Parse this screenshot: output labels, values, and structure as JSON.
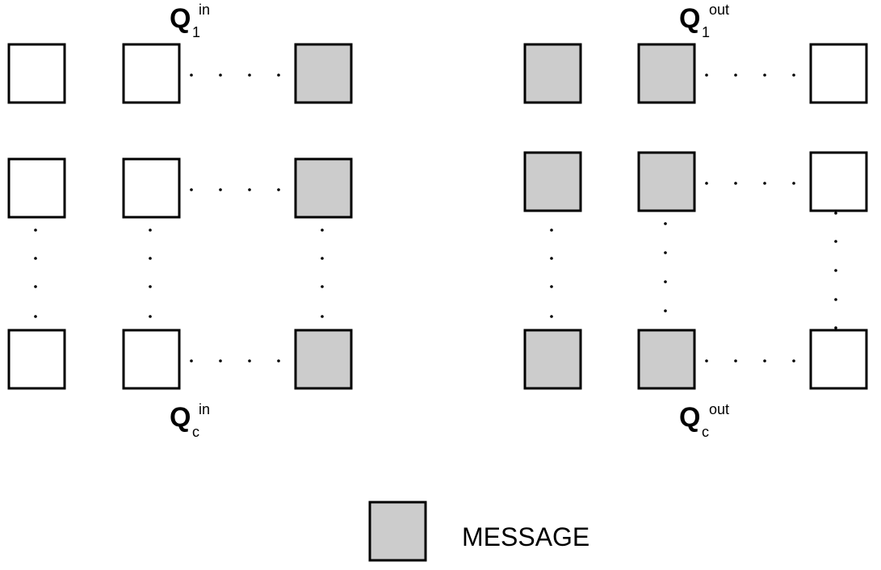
{
  "colors": {
    "message_fill": "#cccccc",
    "empty_fill": "#ffffff",
    "stroke": "#000000"
  },
  "input_queues": {
    "top_label": {
      "main": "Q",
      "sub": "1",
      "sup": "in"
    },
    "bottom_label": {
      "main": "Q",
      "sub": "c",
      "sup": "in"
    },
    "rows": [
      [
        "empty",
        "empty",
        "message"
      ],
      [
        "empty",
        "empty",
        "message"
      ],
      [
        "empty",
        "empty",
        "message"
      ]
    ]
  },
  "output_queues": {
    "top_label": {
      "main": "Q",
      "sub": "1",
      "sup": "out"
    },
    "bottom_label": {
      "main": "Q",
      "sub": "c",
      "sup": "out"
    },
    "rows": [
      [
        "message",
        "message",
        "empty"
      ],
      [
        "message",
        "message",
        "empty"
      ],
      [
        "message",
        "message",
        "empty"
      ]
    ]
  },
  "legend": {
    "label": "MESSAGE",
    "swatch": "message"
  }
}
